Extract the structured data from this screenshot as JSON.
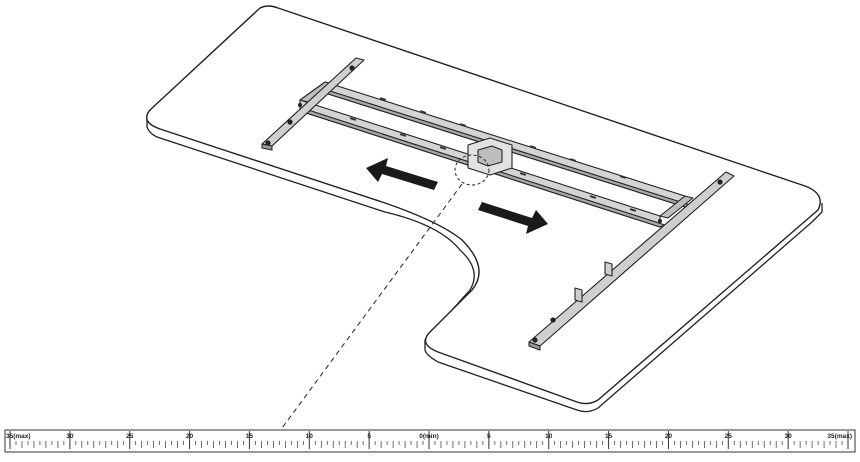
{
  "diagram": {
    "subject": "L-shaped desk top with adjustable frame",
    "arrows": [
      "left",
      "right"
    ],
    "colors": {
      "line": "#222222",
      "tabletop_fill": "#ffffff",
      "frame_fill": "#d4d4d4",
      "frame_dark": "#a8a8a8",
      "arrow_fill": "#1a1a1a"
    }
  },
  "ruler": {
    "labels": [
      "35(max)",
      "30",
      "25",
      "20",
      "15",
      "10",
      "5",
      "0(min)",
      "5",
      "10",
      "15",
      "20",
      "25",
      "30",
      "35(max)"
    ]
  }
}
